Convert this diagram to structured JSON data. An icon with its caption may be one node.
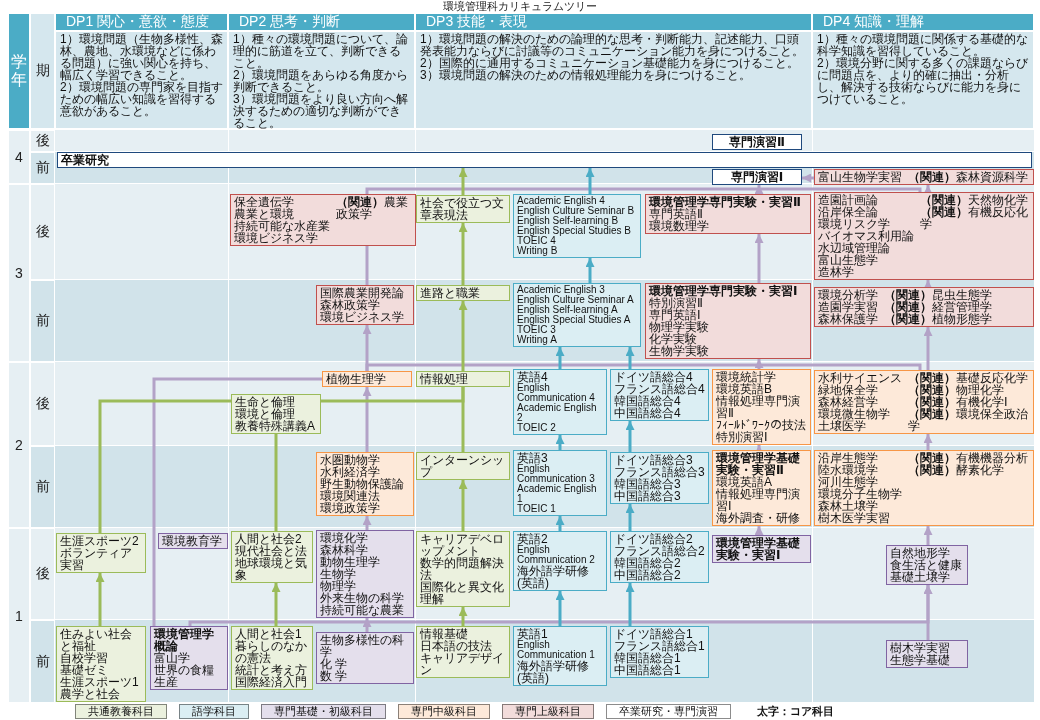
{
  "diagram": {
    "title": "環境管理科カリキュラムツリー",
    "nodes": [
      {
        "text": [
          "専門演習Ⅱ"
        ]
      },
      {
        "text": [
          "卒業研究"
        ]
      },
      {
        "text": [
          "専門演習Ⅰ"
        ]
      },
      {
        "text": [
          "富山生物学実習",
          "**（関連）**森林資源科学"
        ]
      },
      {
        "text": [
          "保全遺伝学",
          "農業と環境",
          "持続可能な水産業",
          "環境ビジネス学",
          "**（関連）**農業政策学"
        ]
      },
      {
        "text": [
          "社会で役立つ文章表現法"
        ]
      },
      {
        "text": [
          "Academic English 4",
          "English Culture Seminar B",
          "English Self-learning B",
          "English Special Studies B",
          "TOEIC 4",
          "Writing B"
        ]
      },
      {
        "text": [
          "環境管理学専門実験・実習Ⅱ",
          "専門英語Ⅱ",
          "環境数理学"
        ]
      },
      {
        "text": [
          "造園計画論",
          "沿岸保全論",
          "環境リスク学",
          "バイオマス利用論",
          "水辺域管理論",
          "富山生態学",
          "造林学",
          "**（関連）**天然物化学",
          "**（関連）**有機反応化学"
        ]
      },
      {
        "text": [
          "国際農業開発論",
          "森林政策学",
          "環境ビジネス学"
        ]
      },
      {
        "text": [
          "進路と職業"
        ]
      },
      {
        "text": [
          "Academic English 3",
          "English Culture Seminar A",
          "English Self-learning A",
          "English Special Studies A",
          "TOEIC 3",
          "Writing A"
        ]
      },
      {
        "text": [
          "環境管理学専門実験・実習Ⅰ",
          "特別演習Ⅱ",
          "専門英語Ⅰ",
          "物理学実験",
          "化学実験",
          "生物学実験"
        ]
      },
      {
        "text": [
          "環境分析学",
          "造園学実習",
          "森林保護学",
          "**（関連）**昆虫生態学",
          "**（関連）**経営管理学",
          "**（関連）**植物形態学"
        ]
      },
      {
        "text": [
          "植物生理学"
        ]
      },
      {
        "text": [
          "情報処理"
        ]
      },
      {
        "text": [
          "生命と倫理",
          "環境と倫理",
          "教養特殊講義A"
        ]
      },
      {
        "text": [
          "英語4",
          "English Communication 4",
          "Academic English 2",
          "TOEIC 2"
        ]
      },
      {
        "text": [
          "ドイツ語総合4",
          "フランス語総合4",
          "韓国語総合4",
          "中国語総合4"
        ]
      },
      {
        "text": [
          "環境統計学",
          "環境英語B",
          "情報処理専門演習Ⅱ",
          "ﾌｨｰﾙﾄﾞﾜｰｸの技法",
          "特別演習Ⅰ"
        ]
      },
      {
        "text": [
          "水利サイエンス",
          "緑地保全学",
          "森林経営学",
          "環境微生物学",
          "土壌医学",
          "**（関連）**基礎反応化学",
          "**（関連）**物理化学",
          "**（関連）**有機化学Ⅰ",
          "**（関連）**環境保全政治学"
        ]
      },
      {
        "text": [
          "インターンシップ"
        ]
      },
      {
        "text": [
          "水圏動物学",
          "水利経済学",
          "野生動物保護論",
          "環境関連法",
          "環境政策学"
        ]
      },
      {
        "text": [
          "英語3",
          "English Communication 3",
          "Academic English 1",
          "TOEIC 1"
        ]
      },
      {
        "text": [
          "ドイツ語総合3",
          "フランス語総合3",
          "韓国語総合3",
          "中国語総合3"
        ]
      },
      {
        "text": [
          "環境管理学基礎実験・実習Ⅱ",
          "環境英語A",
          "情報処理専門演習Ⅰ",
          "海外調査・研修"
        ]
      },
      {
        "text": [
          "沿岸生態学",
          "陸水環境学",
          "河川生態学",
          "環境分子生物学",
          "森林土壌学",
          "樹木医学実習",
          "**（関連）**有機機器分析",
          "**（関連）**酵素化学"
        ]
      },
      {
        "text": [
          "生涯スポーツ2",
          "ボランティア実習"
        ]
      },
      {
        "text": [
          "環境教育学"
        ]
      },
      {
        "text": [
          "人間と社会2",
          "現代社会と法",
          "地球環境と気象"
        ]
      },
      {
        "text": [
          "環境化学",
          "森林科学",
          "動物生理学",
          "生物学",
          "物理学",
          "外来生物の科学",
          "持続可能な農業"
        ]
      },
      {
        "text": [
          "キャリアデベロップメント",
          "数学的問題解決法",
          "国際化と異文化理解"
        ]
      },
      {
        "text": [
          "英語2",
          "English Communication 2",
          "海外語学研修(英語)"
        ]
      },
      {
        "text": [
          "ドイツ語総合2",
          "フランス語総合2",
          "韓国語総合2",
          "中国語総合2"
        ]
      },
      {
        "text": [
          "環境管理学基礎実験・実習Ⅰ"
        ]
      },
      {
        "text": [
          "自然地形学",
          "食生活と健康",
          "基礎土壌学"
        ]
      },
      {
        "text": [
          "住みよい社会と福祉",
          "自校学習",
          "基礎ゼミ",
          "生涯スポーツ1",
          "農学と社会"
        ]
      },
      {
        "text": [
          "環境管理学概論",
          "富山学",
          "世界の食糧生産"
        ]
      },
      {
        "text": [
          "人間と社会1",
          "暮らしのなかの憲法",
          "統計と考え方",
          "国際経済入門"
        ]
      },
      {
        "text": [
          "生物多様性の科学",
          "化 学",
          "数 学"
        ]
      },
      {
        "text": [
          "情報基礎",
          "日本語の技法",
          "キャリアデザイン"
        ]
      },
      {
        "text": [
          "英語1",
          "English Communication 1",
          "海外語学研修(英語)"
        ]
      },
      {
        "text": [
          "ドイツ語総合1",
          "フランス語総合1",
          "韓国語総合1",
          "中国語総合1"
        ]
      },
      {
        "text": [
          "樹木学実習",
          "生態学基礎"
        ]
      }
    ],
    "edges": [
      {
        "from": 37,
        "to": 14,
        "arrow": "none"
      },
      {
        "from": 37,
        "to": 35,
        "arrow": "to"
      },
      {
        "from": 43,
        "to": 35,
        "arrow": "to"
      },
      {
        "from": 39,
        "to": 30,
        "arrow": "to"
      },
      {
        "from": 30,
        "to": 22,
        "arrow": "to"
      },
      {
        "from": 22,
        "to": 14,
        "arrow": "to"
      },
      {
        "from": 14,
        "to": 9,
        "arrow": "to"
      },
      {
        "from": 9,
        "to": 4,
        "arrow": "none"
      },
      {
        "from": 4,
        "to": 8,
        "arrow": "none"
      },
      {
        "from": 14,
        "to": 20,
        "arrow": "none"
      },
      {
        "from": 8,
        "to": 3,
        "arrow": "to"
      },
      {
        "from": 20,
        "to": 13,
        "arrow": "to"
      },
      {
        "from": 13,
        "to": 8,
        "arrow": "to"
      },
      {
        "from": 26,
        "to": 20,
        "arrow": "to"
      },
      {
        "from": 35,
        "to": 26,
        "arrow": "to"
      },
      {
        "from": 3,
        "to": 2,
        "arrow": "to"
      },
      {
        "from": 34,
        "to": 25,
        "arrow": "to"
      },
      {
        "from": 25,
        "to": 19,
        "arrow": "to"
      },
      {
        "from": 19,
        "to": 12,
        "arrow": "to"
      },
      {
        "from": 12,
        "to": 7,
        "arrow": "to"
      },
      {
        "from": 7,
        "to": 2,
        "arrow": "to"
      },
      {
        "from": 36,
        "to": 27,
        "arrow": "to",
        "color": "#9bbb59"
      },
      {
        "from": 27,
        "to": 16,
        "arrow": "none",
        "color": "#9bbb59"
      },
      {
        "from": 38,
        "to": 29,
        "arrow": "to",
        "color": "#9bbb59"
      },
      {
        "from": 29,
        "to": 16,
        "arrow": "none",
        "color": "#9bbb59"
      },
      {
        "from": 16,
        "to": 15,
        "arrow": "none",
        "color": "#9bbb59"
      },
      {
        "from": 40,
        "to": 31,
        "arrow": "to",
        "color": "#9bbb59"
      },
      {
        "from": 31,
        "to": 21,
        "arrow": "to",
        "color": "#9bbb59"
      },
      {
        "from": 21,
        "to": 15,
        "arrow": "none",
        "color": "#9bbb59"
      },
      {
        "from": 15,
        "to": 10,
        "arrow": "to",
        "color": "#9bbb59"
      },
      {
        "from": 10,
        "to": 5,
        "arrow": "to",
        "color": "#9bbb59"
      },
      {
        "from": 5,
        "to": 1,
        "arrow": "to",
        "color": "#9bbb59"
      },
      {
        "from": 41,
        "to": 32,
        "arrow": "to",
        "color": "#4bacc6"
      },
      {
        "from": 32,
        "to": 23,
        "arrow": "to",
        "color": "#4bacc6"
      },
      {
        "from": 23,
        "to": 17,
        "arrow": "to",
        "color": "#4bacc6"
      },
      {
        "from": 17,
        "to": 11,
        "arrow": "to",
        "color": "#4bacc6"
      },
      {
        "from": 42,
        "to": 33,
        "arrow": "to",
        "color": "#4bacc6"
      },
      {
        "from": 33,
        "to": 24,
        "arrow": "to",
        "color": "#4bacc6"
      },
      {
        "from": 24,
        "to": 18,
        "arrow": "to",
        "color": "#4bacc6"
      },
      {
        "from": 18,
        "to": 11,
        "arrow": "to",
        "color": "#4bacc6"
      },
      {
        "from": 11,
        "to": 6,
        "arrow": "to",
        "color": "#4bacc6"
      },
      {
        "from": 6,
        "to": 1,
        "arrow": "to",
        "color": "#4bacc6"
      }
    ],
    "labels": [
      "学年",
      "期",
      "DP1 関心・意欲・態度",
      "DP2 思考・判断",
      "DP3 技能・表現",
      "DP4 知識・理解",
      "1）環境問題（生物多様性、森林、農地、水環境などに係わる問題）に強い関心を持ち、幅広く学習できること。",
      "2）環境問題の専門家を目指すための幅広い知識を習得する意欲があること。",
      "1）種々の環境問題について、論理的に筋道を立て、判断できること。",
      "2）環境問題をあらゆる角度から判断できること。",
      "3）環境問題をより良い方向へ解決するための適切な判断ができること。",
      "1）環境問題の解決のための論理的な思考・判断能力、記述能力、口頭発表能力ならびに討議等のコミュニケーション能力を身につけること。",
      "2）国際的に通用するコミュニケーション基礎能力を身につけること。",
      "3）環境問題の解決のための情報処理能力を身につけること。",
      "1）種々の環境問題に関係する基礎的な科学知識を習得していること。",
      "2）環境分野に関する多くの課題ならびに問題点を、より的確に抽出・分析し、解決する技術ならびに能力を身につけていること。",
      "4",
      "後",
      "前",
      "3",
      "後",
      "前",
      "2",
      "後",
      "前",
      "1",
      "後",
      "前",
      "太字：コア科目"
    ],
    "legend": [
      {
        "text": "共通教養科目",
        "color": "#ebf1de"
      },
      {
        "text": "語学科目",
        "color": "#dbeef3"
      },
      {
        "text": "専門基礎・初級科目",
        "color": "#e4dfec"
      },
      {
        "text": "専門中級科目",
        "color": "#fde9d9"
      },
      {
        "text": "専門上級科目",
        "color": "#f2dcdb"
      },
      {
        "text": "卒業研究・専門演習",
        "color": "#ffffff"
      }
    ]
  }
}
